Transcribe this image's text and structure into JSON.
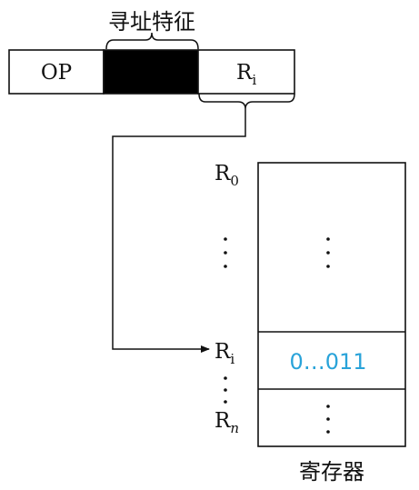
{
  "instruction": {
    "feature_label": "寻址特征",
    "op_label": "OP",
    "reg_field_label": {
      "base": "R",
      "sub": "i"
    }
  },
  "register_file": {
    "caption": "寄存器",
    "row_labels": {
      "r0": {
        "base": "R",
        "sub": "0"
      },
      "ri": {
        "base": "R",
        "sub": "i"
      },
      "rn": {
        "base": "R",
        "sub": "n"
      }
    },
    "highlighted_value": "0…011",
    "highlight_color": "#29a3d9"
  }
}
